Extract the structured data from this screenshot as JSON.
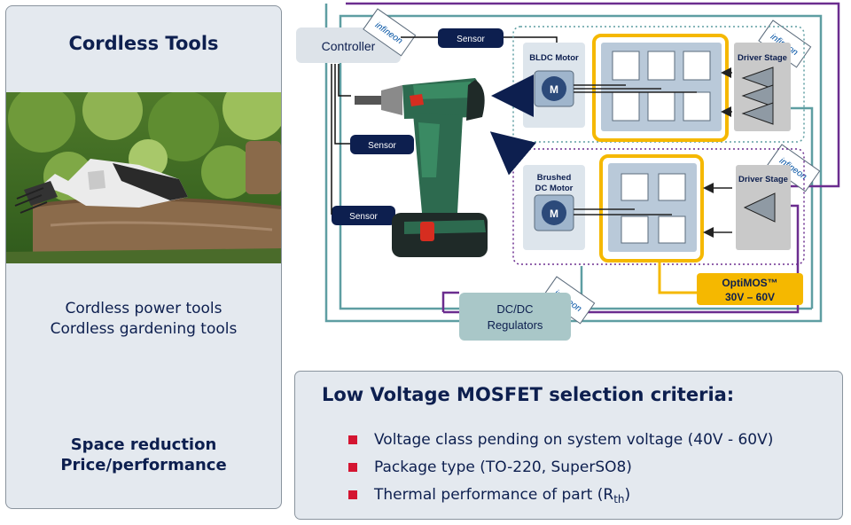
{
  "left": {
    "title": "Cordless Tools",
    "applications": [
      "Cordless power tools",
      "Cordless gardening tools"
    ],
    "criteria": [
      "Space reduction",
      "Price/performance"
    ]
  },
  "diagram": {
    "controller": "Controller",
    "sensors": [
      "Sensor",
      "Sensor",
      "Sensor"
    ],
    "bldc_motor": "BLDC Motor",
    "brushed_motor": [
      "Brushed",
      "DC Motor"
    ],
    "motor_symbol": "M",
    "driver_stage": "Driver Stage",
    "dcdc": [
      "DC/DC",
      "Regulators"
    ],
    "optimos": [
      "OptiMOS™",
      "30V – 60V"
    ],
    "brand": "infineon"
  },
  "selection": {
    "title": "Low Voltage MOSFET selection criteria:",
    "bullets": [
      "Voltage class pending on system voltage (40V - 60V)",
      "Package type (TO-220, SuperSO8)",
      "Thermal performance of part (R"
    ],
    "rth_subscript": "th",
    "rth_close": ")"
  },
  "colors": {
    "navy": "#0d1f4f",
    "teal": "#5e9ea2",
    "purple": "#6b2d8f",
    "orange": "#f5b800",
    "bullet_red": "#d41531",
    "panel_bg": "#e4e9ef"
  }
}
